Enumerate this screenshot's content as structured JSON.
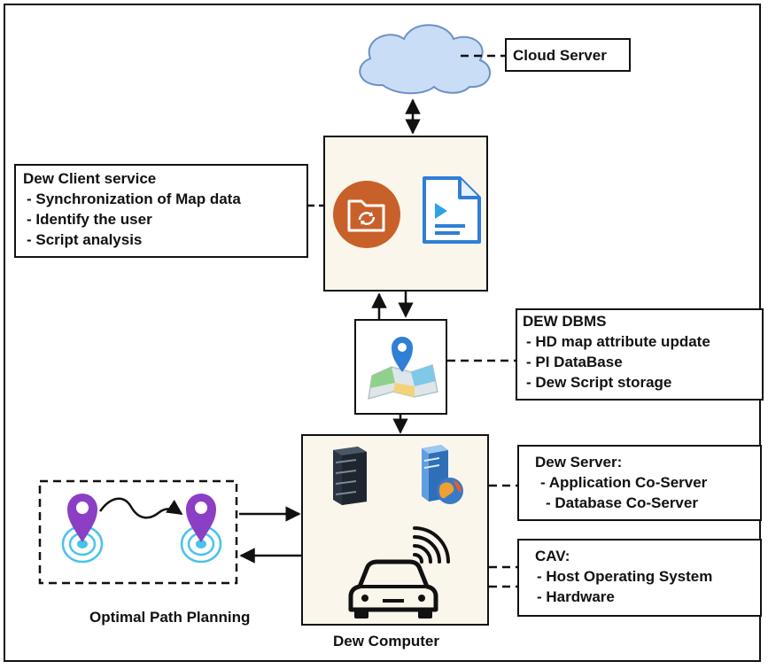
{
  "cloud_server": {
    "label": "Cloud Server"
  },
  "dew_client": {
    "title": "Dew Client service",
    "items": [
      "- Synchronization of Map data",
      "- Identify the user",
      "- Script analysis"
    ]
  },
  "dew_dbms": {
    "title": "DEW DBMS",
    "items": [
      "- HD map attribute update",
      "- PI DataBase",
      "- Dew Script storage"
    ]
  },
  "dew_server": {
    "title": "Dew Server:",
    "items": [
      "- Application Co-Server",
      "- Database Co-Server"
    ]
  },
  "cav": {
    "title": "CAV:",
    "items": [
      "- Host Operating System",
      "- Hardware"
    ]
  },
  "optimal_path": {
    "label": "Optimal Path Planning"
  },
  "dew_computer": {
    "label": "Dew Computer"
  },
  "colors": {
    "cloud_fill": "#c9ddf7",
    "cloud_stroke": "#6f8fc4",
    "cream": "#fbf6ec",
    "sync_icon": "#c8602a",
    "doc_icon": "#2f7fd6",
    "pin_purple": "#8a3fc4",
    "ring_cyan": "#49c3ea"
  },
  "icons": [
    "cloud-icon",
    "sync-folder-icon",
    "script-document-icon",
    "map-pin-icon",
    "server-rack-icon",
    "web-server-icon",
    "car-icon",
    "wireless-signal-icon",
    "location-pin-icon",
    "path-arrow-icon"
  ]
}
